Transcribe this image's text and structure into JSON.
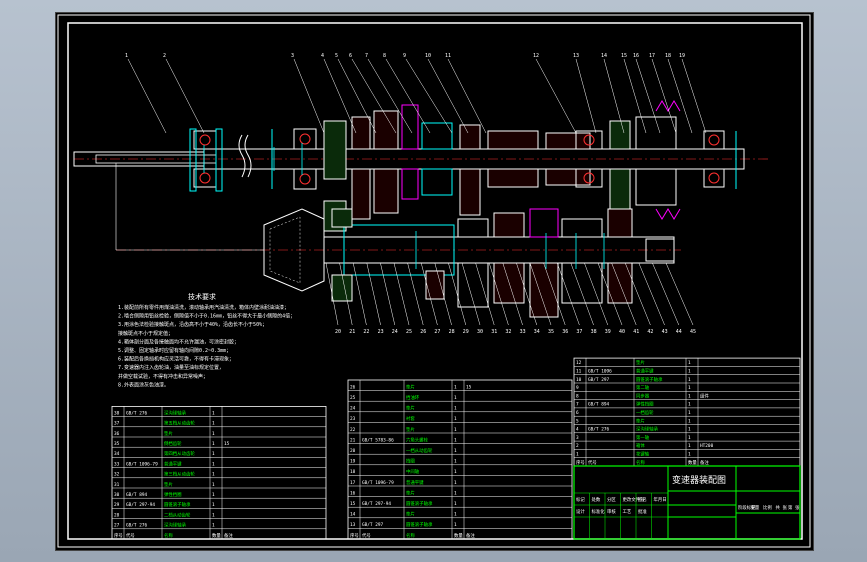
{
  "drawing": {
    "title_block_name": "变速器装配图",
    "tech_req_title": "技术要求",
    "tech_req_lines": [
      "1.装配前所有零件用煤油清洗，滚动轴承用汽油清洗，箱体内壁涂耐油油漆；",
      "2.啮合侧隙用铅丝检验，侧隙值不小于0.16mm，铅丝不得大于最小侧隙的4倍；",
      "3.用涂色法检验接触斑点，沿齿高不小于40%，沿齿长不小于50%；",
      "  接触斑点不小于规定值；",
      "4.箱体剖分面及各接触面均不允许漏油，可涂密封胶；",
      "5.调整、固定轴承时应留有轴向间隙0.2~0.3mm；",
      "6.装配后各换挡机构应灵活可靠，不得有卡滞现象；",
      "7.变速器内注入齿轮油，油量至油标规定位置，",
      "  并做空载试验，不得有冲击和异常噪声；",
      "8.外表面涂灰色油漆。"
    ],
    "balloons_top": [
      "1",
      "2",
      "3",
      "4",
      "5",
      "6",
      "7",
      "8",
      "9",
      "10",
      "11",
      "12",
      "13",
      "14",
      "15",
      "16",
      "17",
      "18",
      "19"
    ],
    "balloons_bottom": [
      "20",
      "21",
      "22",
      "23",
      "24",
      "25",
      "26",
      "27",
      "28",
      "29",
      "30",
      "31",
      "32",
      "33",
      "34",
      "35",
      "36",
      "37",
      "38",
      "39",
      "40",
      "41",
      "42",
      "43",
      "44",
      "45"
    ],
    "bom_left": [
      [
        "38",
        "GB/T 276",
        "深沟球轴承",
        "1",
        ""
      ],
      [
        "37",
        "",
        "第五档从动齿轮",
        "1",
        ""
      ],
      [
        "36",
        "",
        "垫片",
        "1",
        ""
      ],
      [
        "35",
        "",
        "倒档齿轮",
        "1",
        "15"
      ],
      [
        "34",
        "",
        "第四档从动齿轮",
        "1",
        ""
      ],
      [
        "33",
        "GB/T 1096-79",
        "普通平键",
        "1",
        ""
      ],
      [
        "32",
        "",
        "第三档从动齿轮",
        "1",
        ""
      ],
      [
        "31",
        "",
        "垫片",
        "1",
        ""
      ],
      [
        "30",
        "GB/T 894",
        "弹性挡圈",
        "1",
        ""
      ],
      [
        "29",
        "GB/T 297-94",
        "圆锥滚子轴承",
        "1",
        ""
      ],
      [
        "28",
        "",
        "二档从动齿轮",
        "1",
        ""
      ],
      [
        "27",
        "GB/T 276",
        "深沟球轴承",
        "1",
        ""
      ]
    ],
    "bom_middle": [
      [
        "26",
        "",
        "垫片",
        "1",
        "15"
      ],
      [
        "25",
        "",
        "挡油环",
        "1",
        ""
      ],
      [
        "24",
        "",
        "垫片",
        "1",
        ""
      ],
      [
        "23",
        "",
        "衬套",
        "1",
        ""
      ],
      [
        "22",
        "",
        "垫片",
        "1",
        ""
      ],
      [
        "21",
        "GB/T 5783-86",
        "六角头螺栓",
        "1",
        ""
      ],
      [
        "20",
        "",
        "一档从动齿轮",
        "1",
        ""
      ],
      [
        "19",
        "",
        "挡圈",
        "1",
        ""
      ],
      [
        "18",
        "",
        "中间轴",
        "1",
        ""
      ],
      [
        "17",
        "GB/T 1096-79",
        "普通平键",
        "1",
        ""
      ],
      [
        "16",
        "",
        "垫片",
        "1",
        ""
      ],
      [
        "15",
        "GB/T 297-94",
        "圆锥滚子轴承",
        "1",
        ""
      ],
      [
        "14",
        "",
        "垫片",
        "1",
        ""
      ],
      [
        "13",
        "GB/T 297",
        "圆锥滚子轴承",
        "1",
        ""
      ]
    ],
    "bom_right": [
      [
        "12",
        "",
        "垫片",
        "1",
        ""
      ],
      [
        "11",
        "GB/T 1096",
        "普通平键",
        "1",
        ""
      ],
      [
        "10",
        "GB/T 297",
        "圆锥滚子轴承",
        "1",
        ""
      ],
      [
        "9",
        "",
        "第二轴",
        "1",
        ""
      ],
      [
        "8",
        "",
        "同步器",
        "1",
        "组件"
      ],
      [
        "7",
        "GB/T 894",
        "弹性挡圈",
        "1",
        ""
      ],
      [
        "6",
        "",
        "一档齿轮",
        "1",
        ""
      ],
      [
        "5",
        "",
        "垫片",
        "1",
        ""
      ],
      [
        "4",
        "GB/T 276",
        "深沟球轴承",
        "1",
        ""
      ],
      [
        "3",
        "",
        "第一轴",
        "1",
        ""
      ],
      [
        "2",
        "",
        "箱体",
        "1",
        "HT200"
      ],
      [
        "1",
        "",
        "花键轴",
        "1",
        ""
      ]
    ],
    "bom_header": [
      "序号",
      "代号",
      "名称",
      "数量",
      "备注"
    ],
    "title_block_labels": [
      "标记",
      "处数",
      "分区",
      "更改文件号",
      "签名",
      "年月日",
      "设计",
      "标准化",
      "审核",
      "工艺",
      "批准",
      "阶段标记",
      "重量",
      "比例",
      "共 张",
      "第 张"
    ]
  }
}
